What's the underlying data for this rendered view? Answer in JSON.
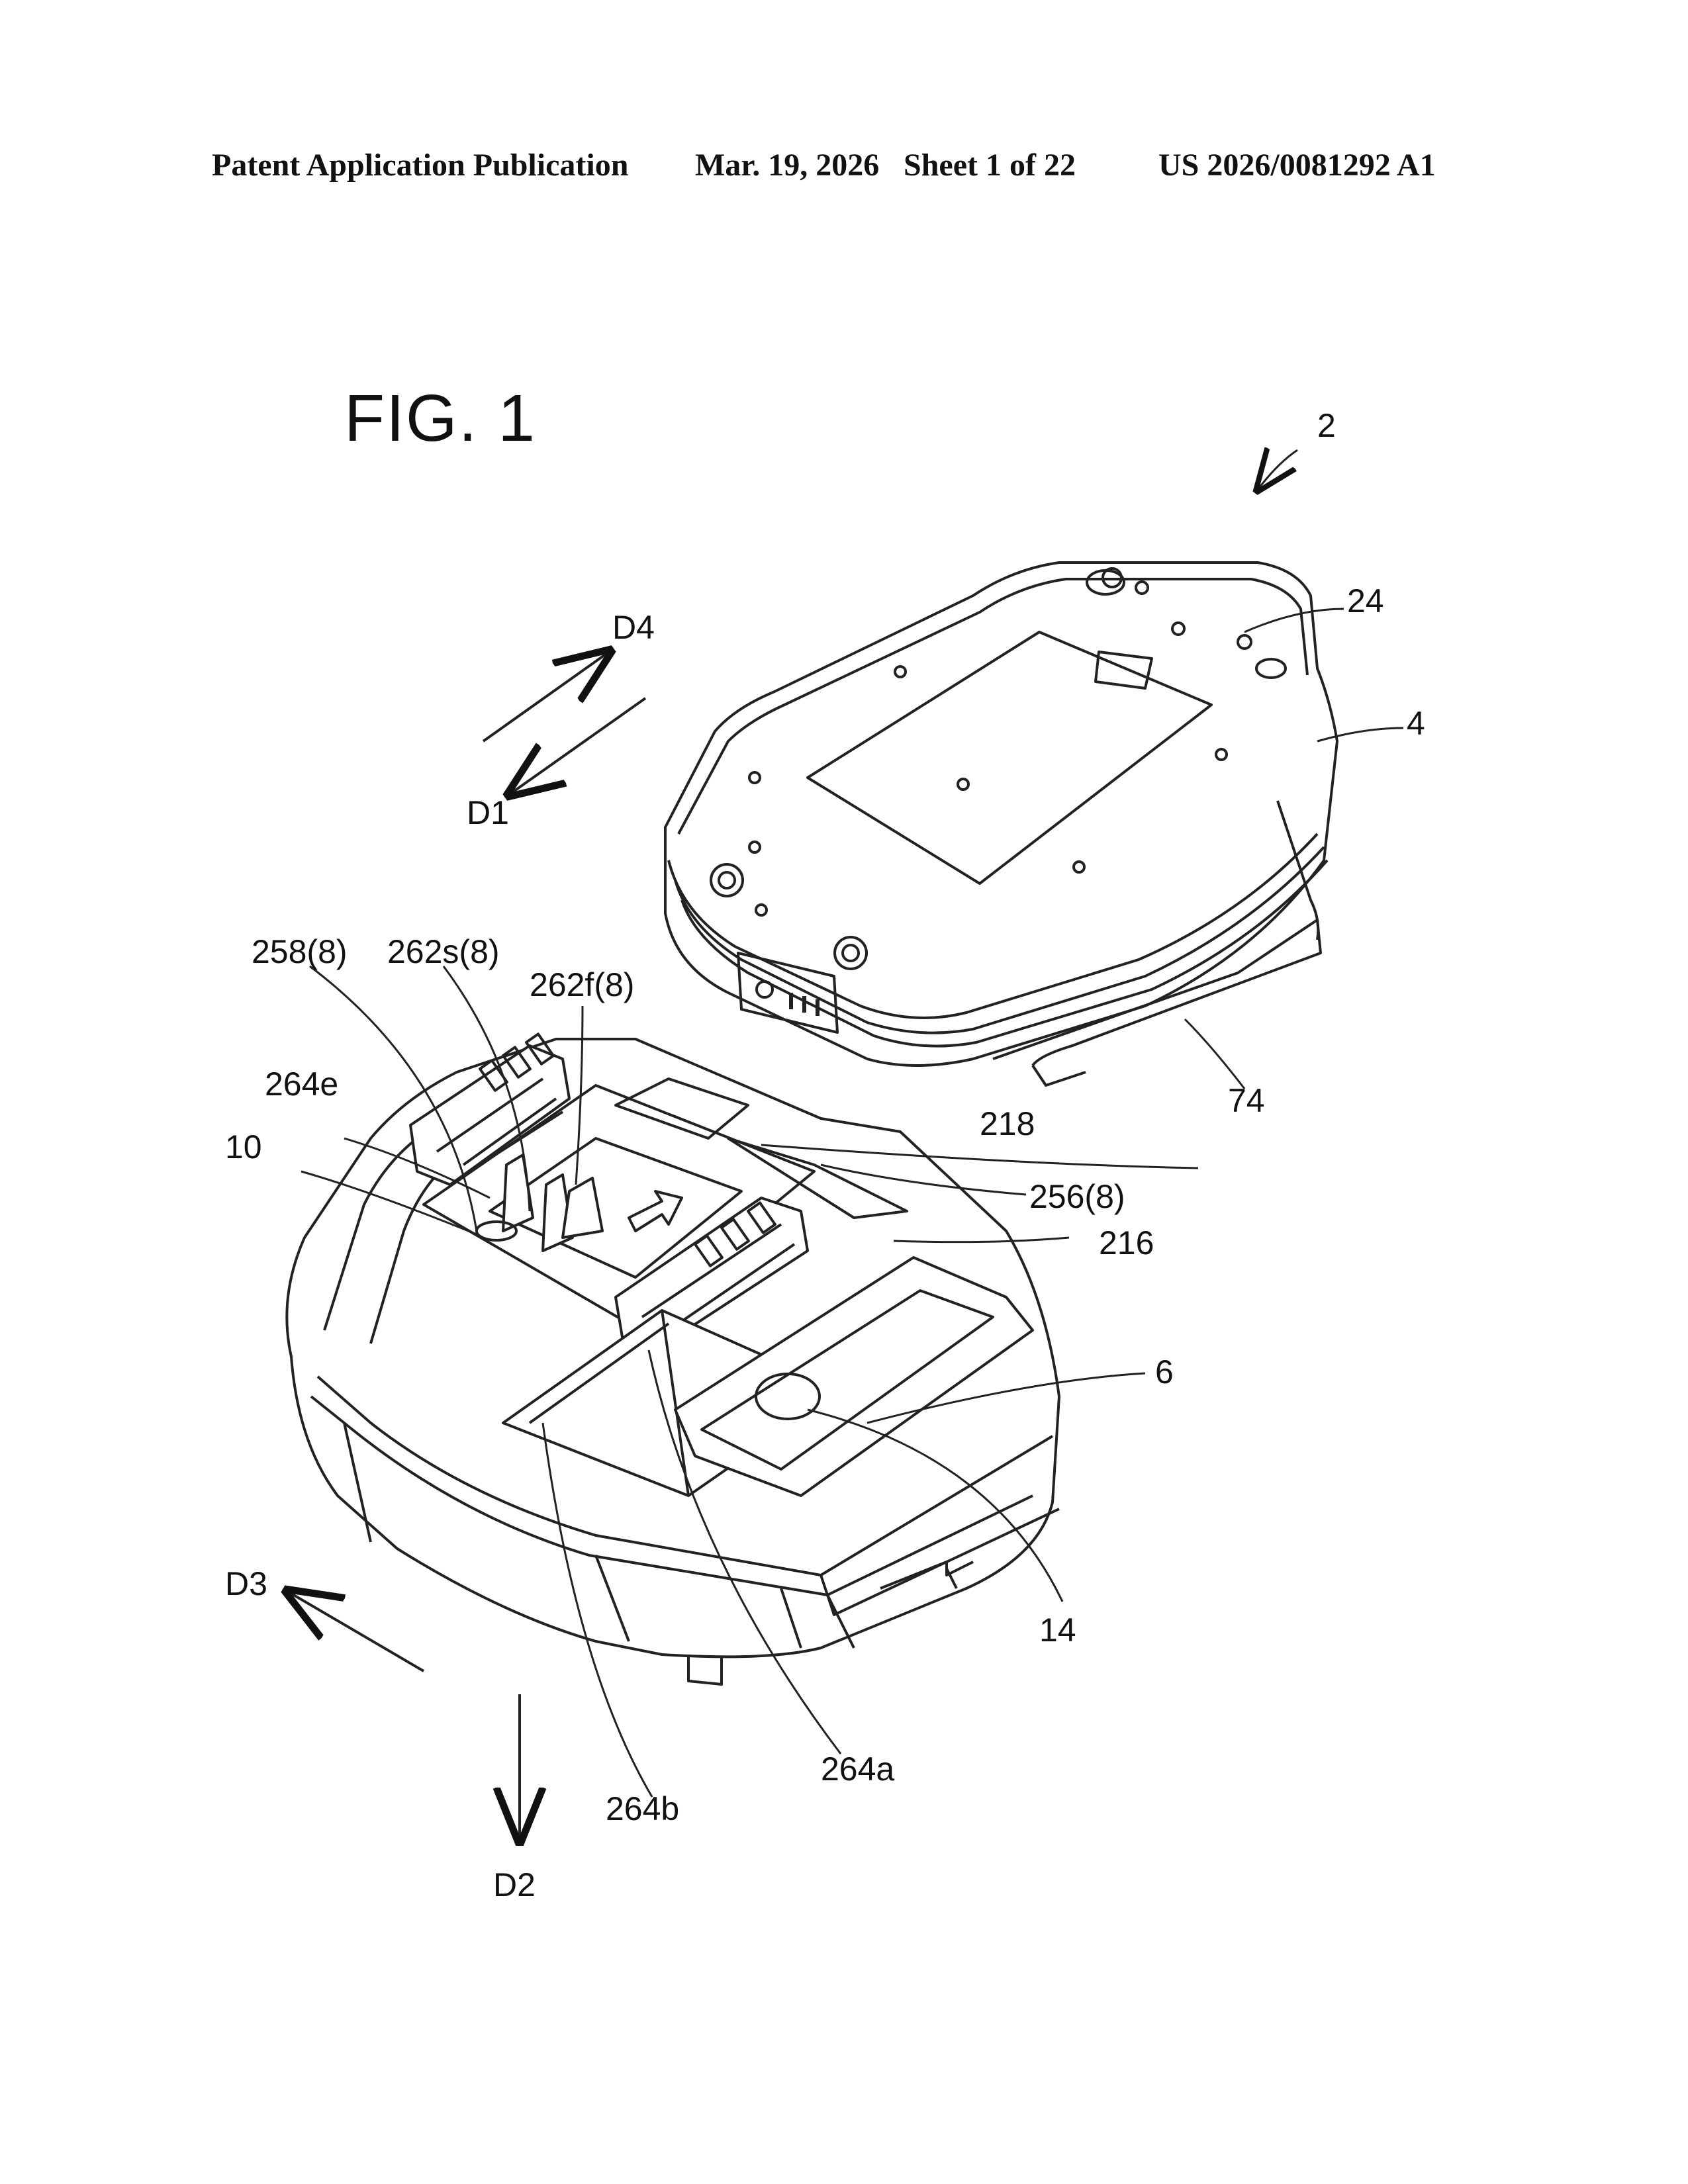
{
  "header": {
    "publication": "Patent Application Publication",
    "date": "Mar. 19, 2026",
    "sheet": "Sheet 1 of 22",
    "number": "US 2026/0081292 A1"
  },
  "figure": {
    "title": "FIG. 1",
    "labels": {
      "assembly": "2",
      "battery_top": "24",
      "battery": "4",
      "battery_bottom": "74",
      "charger": "6",
      "button": "14",
      "recess": "10",
      "lever_258": "258(8)",
      "guide_262s": "262s(8)",
      "guide_262f": "262f(8)",
      "rib_264e": "264e",
      "slot_218": "218",
      "terminal_256": "256(8)",
      "rail_216": "216",
      "rib_264a": "264a",
      "rib_264b": "264b"
    },
    "directions": {
      "d1": "D1",
      "d2": "D2",
      "d3": "D3",
      "d4": "D4"
    }
  }
}
